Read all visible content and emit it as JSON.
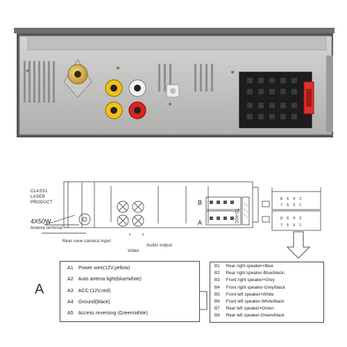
{
  "laser_label": [
    "CLASS1",
    "LASER",
    "PRODUCT"
  ],
  "power_label": "4X50W",
  "antenna_terminal_label": "Antena terminal",
  "rear_camera_label": "Rear view camera input",
  "video_label": "Video",
  "audio_output_label": "Audio output",
  "connector_letters": {
    "b": "B",
    "a": "A"
  },
  "vertical_label": "TO ACC",
  "letter_a": "A",
  "letter_b": "B",
  "pinout_right": {
    "top": [
      "8",
      "6",
      "4",
      "2",
      "7",
      "5",
      "3",
      "1"
    ],
    "bottom": [
      "8",
      "6",
      "4",
      "2",
      "7",
      "5",
      "3",
      "1"
    ]
  },
  "box_a": [
    {
      "code": "A1",
      "text": "Power wire(12V,yellow)"
    },
    {
      "code": "A2",
      "text": "Auto antena light(blue/white)"
    },
    {
      "code": "A3",
      "text": "ACC (12V,red)"
    },
    {
      "code": "A4",
      "text": "Ground(black)"
    },
    {
      "code": "A5",
      "text": "Access reversing (Green/white)"
    }
  ],
  "box_b": [
    {
      "code": "B1",
      "text": "Rear right speaker+Blue"
    },
    {
      "code": "B2",
      "text": "Rear right speaker-Blue/black-"
    },
    {
      "code": "B3",
      "text": "Front right speaker+Grey"
    },
    {
      "code": "B4",
      "text": "Front right speaker-Grey/black"
    },
    {
      "code": "B5",
      "text": "Front left speaker+White"
    },
    {
      "code": "B6",
      "text": "Front left speaker-White/black"
    },
    {
      "code": "B7",
      "text": "Rear left speaker+Green"
    },
    {
      "code": "B8",
      "text": "Rear left speaker-Green/black"
    }
  ]
}
